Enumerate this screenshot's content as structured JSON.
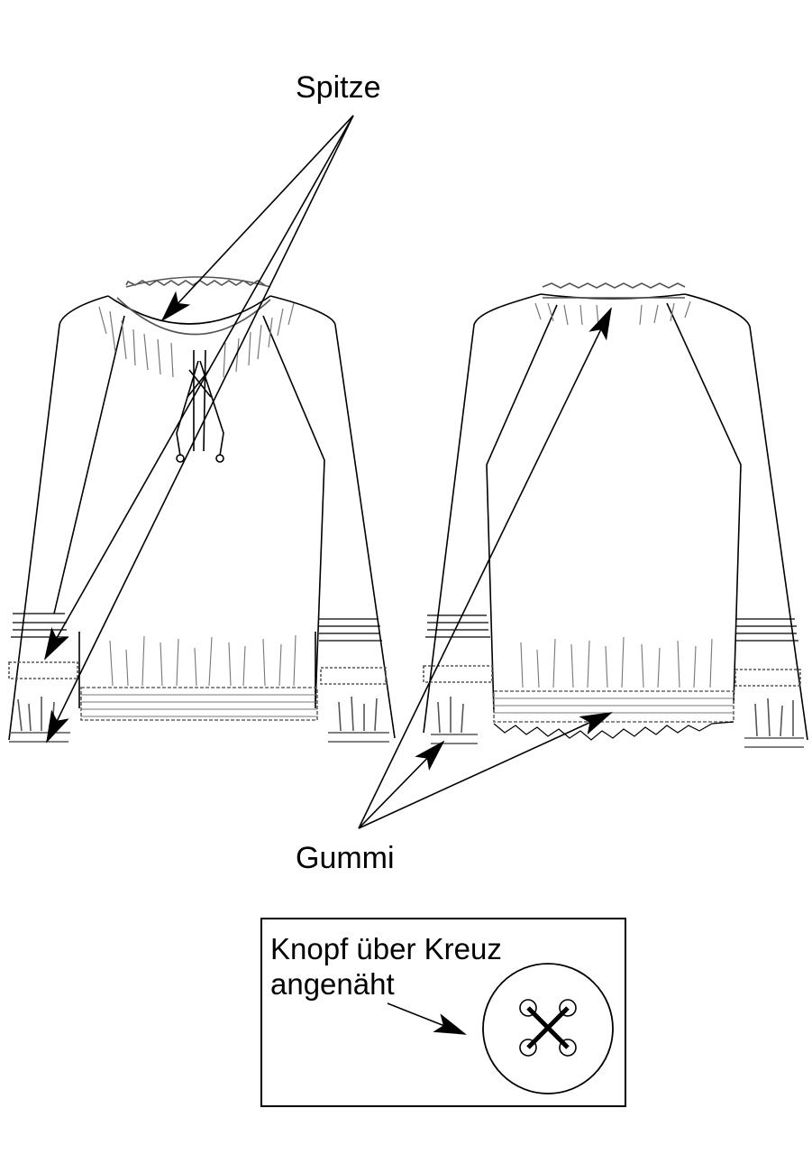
{
  "labels": {
    "lace": "Spitze",
    "elastic": "Gummi",
    "button_line1": "Knopf über Kreuz",
    "button_line2": "angenäht"
  },
  "colors": {
    "ink": "#000000",
    "detail": "#555555",
    "background": "#ffffff"
  }
}
